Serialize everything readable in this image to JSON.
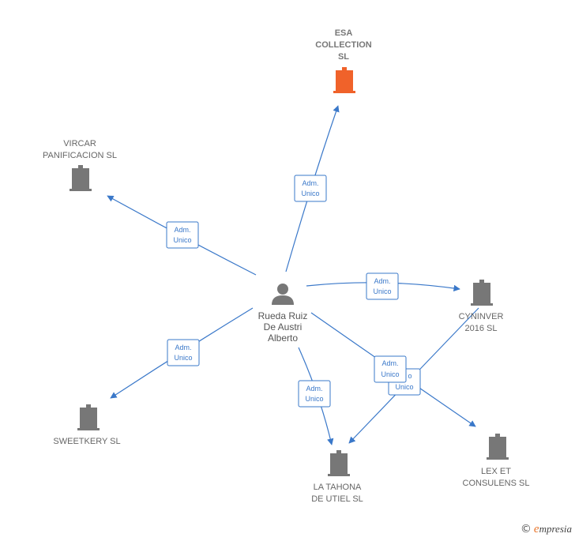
{
  "person": {
    "name_lines": [
      "Rueda Ruiz",
      "De Austri",
      "Alberto"
    ]
  },
  "edge_label": [
    "Adm.",
    "Unico"
  ],
  "overlap_fragments": {
    "a": "o",
    "b": "Unico"
  },
  "companies": [
    {
      "id": "esa",
      "lines": [
        "ESA",
        "COLLECTION",
        "SL"
      ],
      "highlight": true,
      "color": "#f0622a"
    },
    {
      "id": "vircar",
      "lines": [
        "VIRCAR",
        "PANIFICACION SL"
      ],
      "highlight": false,
      "color": "#777777"
    },
    {
      "id": "cyninver",
      "lines": [
        "CYNINVER",
        "2016  SL"
      ],
      "highlight": false,
      "color": "#777777"
    },
    {
      "id": "sweetkery",
      "lines": [
        "SWEETKERY  SL"
      ],
      "highlight": false,
      "color": "#777777"
    },
    {
      "id": "tahona",
      "lines": [
        "LA TAHONA",
        "DE UTIEL  SL"
      ],
      "highlight": false,
      "color": "#777777"
    },
    {
      "id": "lex",
      "lines": [
        "LEX ET",
        "CONSULENS  SL"
      ],
      "highlight": false,
      "color": "#777777"
    }
  ],
  "colors": {
    "edge": "#3a78c9",
    "person": "#777777"
  },
  "footer": {
    "copyright_symbol": "©",
    "brand_initial": "e",
    "brand_rest": "mpresia"
  }
}
